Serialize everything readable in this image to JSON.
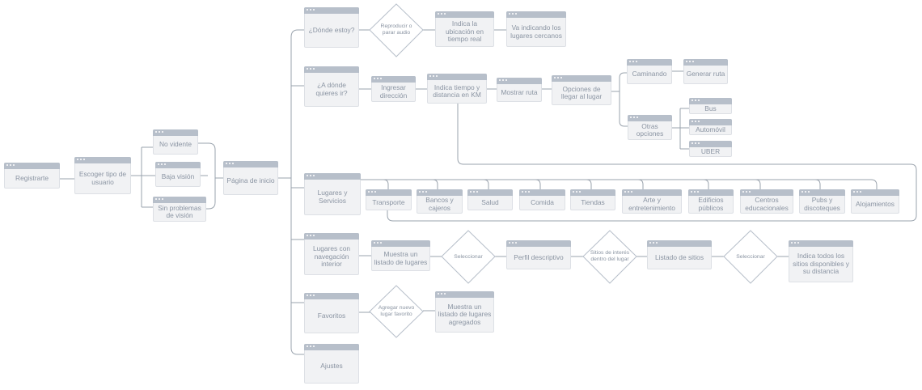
{
  "nodes": {
    "registrarte": "Registrarte",
    "escoger_tipo": "Escoger tipo de usuario",
    "no_vidente": "No vidente",
    "baja_vision": "Baja visión",
    "sin_problemas": "Sin problemas de visión",
    "pagina_inicio": "Página de inicio",
    "donde_estoy": "¿Dónde estoy?",
    "indica_ubicacion": "Indica la ubicación en tiempo real",
    "va_indicando": "Va indicando los lugares cercanos",
    "a_donde": "¿A dónde quieres ir?",
    "ingresar_direccion": "Ingresar dirección",
    "indica_tiempo": "Indica tiempo y distancia en KM",
    "mostrar_ruta": "Mostrar ruta",
    "opciones_llegar": "Opciones de llegar al lugar",
    "caminando": "Caminando",
    "generar_ruta": "Generar ruta",
    "otras_opciones": "Otras opciones",
    "bus": "Bus",
    "automovil": "Automóvil",
    "uber": "UBER",
    "lugares_servicios": "Lugares y Servicios",
    "transporte": "Transporte",
    "bancos": "Bancos y cajeros",
    "salud": "Salud",
    "comida": "Comida",
    "tiendas": "Tiendas",
    "arte": "Arte y entretenimiento",
    "edificios": "Edificios públicos",
    "centros": "Centros educacionales",
    "pubs": "Pubs y discoteques",
    "alojamientos": "Alojamientos",
    "lugares_navegacion": "Lugares con navegación interior",
    "muestra_listado": "Muestra un listado de lugares",
    "perfil": "Perfil descriptivo",
    "listado_sitios": "Listado de sitios",
    "indica_todos": "Indica todos los sitios disponibles y su distancia",
    "favoritos": "Favoritos",
    "muestra_agregados": "Muestra un listado de lugares agregados",
    "ajustes": "Ajustes"
  },
  "decisions": {
    "reproducir_audio": "Reproducir o parar audio",
    "seleccionar_1": "Seleccionar",
    "sitios_interes": "Sitios de interés dentro del lugar",
    "seleccionar_2": "Seleccionar",
    "agregar_favorito": "Agregar nuevo lugar favorito"
  },
  "colors": {
    "node_fill": "#f1f2f4",
    "node_bar": "#b7bfca",
    "line": "#9aa3ad",
    "text": "#8a94a2"
  }
}
